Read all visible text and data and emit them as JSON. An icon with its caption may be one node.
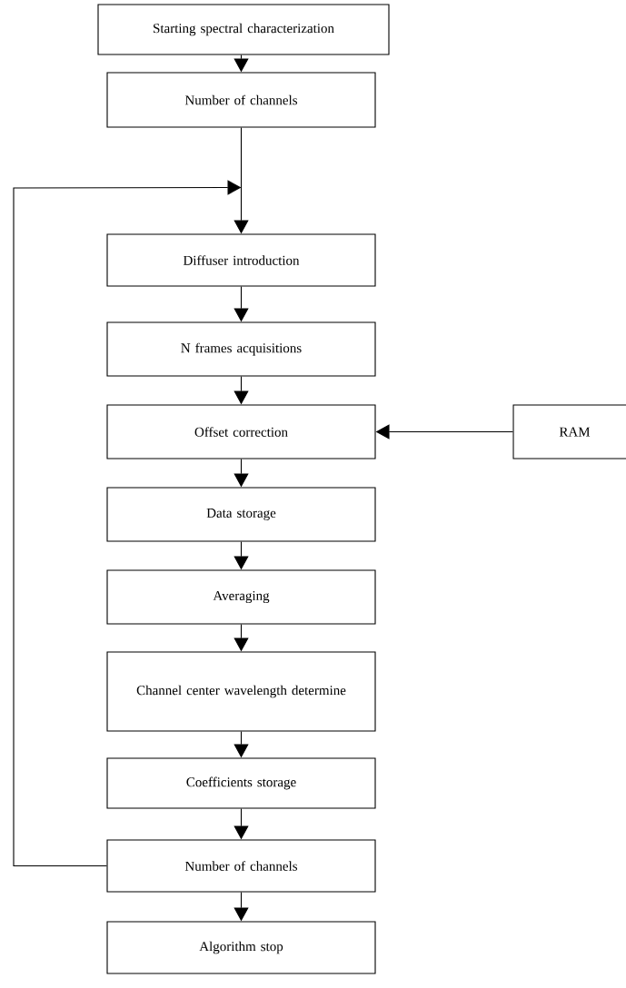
{
  "diagram": {
    "nodes": [
      {
        "text": [
          "Starting spectral characterization"
        ]
      },
      {
        "text": [
          "Number of channels"
        ]
      },
      {
        "text": [
          "Diffuser introduction"
        ]
      },
      {
        "text": [
          "N frames acquisitions"
        ]
      },
      {
        "text": [
          "Offset correction"
        ]
      },
      {
        "text": [
          "RAM"
        ]
      },
      {
        "text": [
          "Data storage"
        ]
      },
      {
        "text": [
          "Averaging"
        ]
      },
      {
        "text": [
          "Channel center wavelength determine"
        ]
      },
      {
        "text": [
          "Coefficients storage"
        ]
      },
      {
        "text": [
          "Number of channels"
        ]
      },
      {
        "text": [
          "Algorithm stop"
        ]
      }
    ],
    "edges": [
      {
        "from": 0,
        "to": 1,
        "arrow": "to"
      },
      {
        "from": 1,
        "to": 2,
        "arrow": "to"
      },
      {
        "from": 2,
        "to": 3,
        "arrow": "to"
      },
      {
        "from": 3,
        "to": 4,
        "arrow": "to"
      },
      {
        "from": 5,
        "to": 4,
        "arrow": "to"
      },
      {
        "from": 4,
        "to": 6,
        "arrow": "to"
      },
      {
        "from": 6,
        "to": 7,
        "arrow": "to"
      },
      {
        "from": 7,
        "to": 8,
        "arrow": "to"
      },
      {
        "from": 8,
        "to": 9,
        "arrow": "to"
      },
      {
        "from": 9,
        "to": 10,
        "arrow": "to"
      },
      {
        "from": 10,
        "to": 11,
        "arrow": "to"
      },
      {
        "from": 10,
        "to": 2,
        "arrow": "to"
      }
    ]
  }
}
